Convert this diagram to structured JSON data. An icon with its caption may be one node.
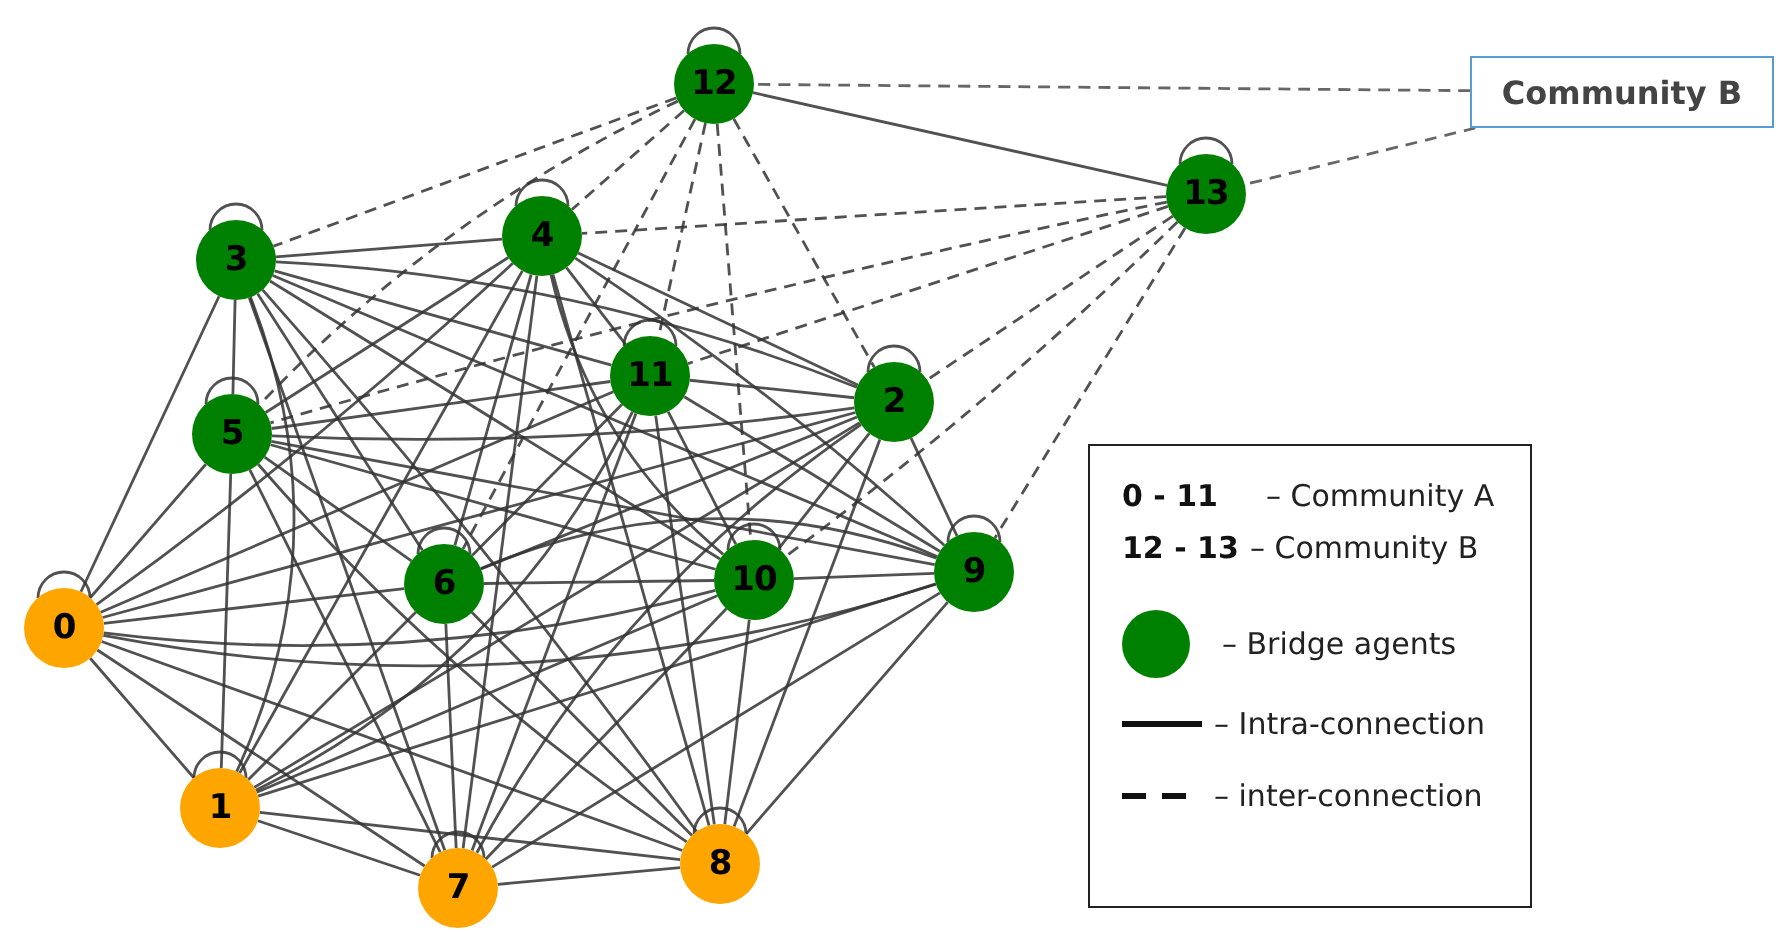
{
  "diagram": {
    "nodes": [
      {
        "text": [
          "0"
        ]
      },
      {
        "text": [
          "1"
        ]
      },
      {
        "text": [
          "2"
        ]
      },
      {
        "text": [
          "3"
        ]
      },
      {
        "text": [
          "4"
        ]
      },
      {
        "text": [
          "5"
        ]
      },
      {
        "text": [
          "6"
        ]
      },
      {
        "text": [
          "7"
        ]
      },
      {
        "text": [
          "8"
        ]
      },
      {
        "text": [
          "9"
        ]
      },
      {
        "text": [
          "10"
        ]
      },
      {
        "text": [
          "11"
        ]
      },
      {
        "text": [
          "12"
        ]
      },
      {
        "text": [
          "13"
        ]
      },
      {
        "text": [
          "Community B"
        ]
      }
    ],
    "edges": [
      {
        "from": 0,
        "to": 1,
        "arrow": "none"
      },
      {
        "from": 0,
        "to": 2,
        "arrow": "none"
      },
      {
        "from": 0,
        "to": 3,
        "arrow": "none"
      },
      {
        "from": 0,
        "to": 4,
        "arrow": "none"
      },
      {
        "from": 0,
        "to": 5,
        "arrow": "none"
      },
      {
        "from": 0,
        "to": 6,
        "arrow": "none"
      },
      {
        "from": 0,
        "to": 7,
        "arrow": "none"
      },
      {
        "from": 0,
        "to": 8,
        "arrow": "none"
      },
      {
        "from": 0,
        "to": 9,
        "arrow": "none"
      },
      {
        "from": 0,
        "to": 10,
        "arrow": "none"
      },
      {
        "from": 0,
        "to": 11,
        "arrow": "none"
      },
      {
        "from": 1,
        "to": 2,
        "arrow": "none"
      },
      {
        "from": 1,
        "to": 3,
        "arrow": "none"
      },
      {
        "from": 1,
        "to": 4,
        "arrow": "none"
      },
      {
        "from": 1,
        "to": 5,
        "arrow": "none"
      },
      {
        "from": 1,
        "to": 6,
        "arrow": "none"
      },
      {
        "from": 1,
        "to": 7,
        "arrow": "none"
      },
      {
        "from": 1,
        "to": 8,
        "arrow": "none"
      },
      {
        "from": 1,
        "to": 9,
        "arrow": "none"
      },
      {
        "from": 1,
        "to": 10,
        "arrow": "none"
      },
      {
        "from": 1,
        "to": 11,
        "arrow": "none"
      },
      {
        "from": 2,
        "to": 3,
        "arrow": "none"
      },
      {
        "from": 2,
        "to": 4,
        "arrow": "none"
      },
      {
        "from": 2,
        "to": 5,
        "arrow": "none"
      },
      {
        "from": 2,
        "to": 6,
        "arrow": "none"
      },
      {
        "from": 2,
        "to": 7,
        "arrow": "none"
      },
      {
        "from": 2,
        "to": 8,
        "arrow": "none"
      },
      {
        "from": 2,
        "to": 9,
        "arrow": "none"
      },
      {
        "from": 2,
        "to": 10,
        "arrow": "none"
      },
      {
        "from": 2,
        "to": 11,
        "arrow": "none"
      },
      {
        "from": 3,
        "to": 4,
        "arrow": "none"
      },
      {
        "from": 3,
        "to": 5,
        "arrow": "none"
      },
      {
        "from": 3,
        "to": 6,
        "arrow": "none"
      },
      {
        "from": 3,
        "to": 7,
        "arrow": "none"
      },
      {
        "from": 3,
        "to": 8,
        "arrow": "none"
      },
      {
        "from": 3,
        "to": 9,
        "arrow": "none"
      },
      {
        "from": 3,
        "to": 10,
        "arrow": "none"
      },
      {
        "from": 3,
        "to": 11,
        "arrow": "none"
      },
      {
        "from": 4,
        "to": 5,
        "arrow": "none"
      },
      {
        "from": 4,
        "to": 6,
        "arrow": "none"
      },
      {
        "from": 4,
        "to": 7,
        "arrow": "none"
      },
      {
        "from": 4,
        "to": 8,
        "arrow": "none"
      },
      {
        "from": 4,
        "to": 9,
        "arrow": "none"
      },
      {
        "from": 4,
        "to": 10,
        "arrow": "none"
      },
      {
        "from": 4,
        "to": 11,
        "arrow": "none"
      },
      {
        "from": 5,
        "to": 6,
        "arrow": "none"
      },
      {
        "from": 5,
        "to": 7,
        "arrow": "none"
      },
      {
        "from": 5,
        "to": 8,
        "arrow": "none"
      },
      {
        "from": 5,
        "to": 9,
        "arrow": "none"
      },
      {
        "from": 5,
        "to": 10,
        "arrow": "none"
      },
      {
        "from": 5,
        "to": 11,
        "arrow": "none"
      },
      {
        "from": 6,
        "to": 7,
        "arrow": "none"
      },
      {
        "from": 6,
        "to": 8,
        "arrow": "none"
      },
      {
        "from": 6,
        "to": 9,
        "arrow": "none"
      },
      {
        "from": 6,
        "to": 10,
        "arrow": "none"
      },
      {
        "from": 6,
        "to": 11,
        "arrow": "none"
      },
      {
        "from": 7,
        "to": 8,
        "arrow": "none"
      },
      {
        "from": 7,
        "to": 9,
        "arrow": "none"
      },
      {
        "from": 7,
        "to": 10,
        "arrow": "none"
      },
      {
        "from": 7,
        "to": 11,
        "arrow": "none"
      },
      {
        "from": 8,
        "to": 9,
        "arrow": "none"
      },
      {
        "from": 8,
        "to": 10,
        "arrow": "none"
      },
      {
        "from": 8,
        "to": 11,
        "arrow": "none"
      },
      {
        "from": 9,
        "to": 10,
        "arrow": "none"
      },
      {
        "from": 9,
        "to": 11,
        "arrow": "none"
      },
      {
        "from": 10,
        "to": 11,
        "arrow": "none"
      },
      {
        "from": 12,
        "to": 3,
        "arrow": "none",
        "style": "dashed"
      },
      {
        "from": 12,
        "to": 4,
        "arrow": "none",
        "style": "dashed"
      },
      {
        "from": 12,
        "to": 5,
        "arrow": "none",
        "style": "dashed"
      },
      {
        "from": 12,
        "to": 6,
        "arrow": "none",
        "style": "dashed"
      },
      {
        "from": 12,
        "to": 11,
        "arrow": "none",
        "style": "dashed"
      },
      {
        "from": 12,
        "to": 10,
        "arrow": "none",
        "style": "dashed"
      },
      {
        "from": 12,
        "to": 2,
        "arrow": "none",
        "style": "dashed"
      },
      {
        "from": 13,
        "to": 4,
        "arrow": "none",
        "style": "dashed"
      },
      {
        "from": 13,
        "to": 5,
        "arrow": "none",
        "style": "dashed"
      },
      {
        "from": 13,
        "to": 11,
        "arrow": "none",
        "style": "dashed"
      },
      {
        "from": 13,
        "to": 2,
        "arrow": "none",
        "style": "dashed"
      },
      {
        "from": 13,
        "to": 10,
        "arrow": "none",
        "style": "dashed"
      },
      {
        "from": 13,
        "to": 9,
        "arrow": "none",
        "style": "dashed"
      },
      {
        "from": 12,
        "to": 13,
        "arrow": "none"
      },
      {
        "from": 14,
        "to": 12,
        "arrow": "none",
        "style": "dashed",
        "color": "#666666"
      },
      {
        "from": 14,
        "to": 13,
        "arrow": "none",
        "style": "dashed",
        "color": "#666666"
      },
      {
        "from": 0,
        "to": 0,
        "arrow": "none"
      },
      {
        "from": 1,
        "to": 1,
        "arrow": "none"
      },
      {
        "from": 2,
        "to": 2,
        "arrow": "none"
      },
      {
        "from": 3,
        "to": 3,
        "arrow": "none"
      },
      {
        "from": 4,
        "to": 4,
        "arrow": "none"
      },
      {
        "from": 5,
        "to": 5,
        "arrow": "none"
      },
      {
        "from": 6,
        "to": 6,
        "arrow": "none"
      },
      {
        "from": 7,
        "to": 7,
        "arrow": "none"
      },
      {
        "from": 8,
        "to": 8,
        "arrow": "none"
      },
      {
        "from": 9,
        "to": 9,
        "arrow": "none"
      },
      {
        "from": 10,
        "to": 10,
        "arrow": "none"
      },
      {
        "from": 11,
        "to": 11,
        "arrow": "none"
      },
      {
        "from": 12,
        "to": 12,
        "arrow": "none"
      },
      {
        "from": 13,
        "to": 13,
        "arrow": "none"
      }
    ],
    "labels": [
      "0 - 11",
      "– Community A",
      "12 - 13",
      "– Community B"
    ],
    "legend": [
      {
        "text": "– Bridge agents",
        "color": "#008000"
      },
      {
        "text": "– Intra-connection"
      },
      {
        "text": "– inter-connection"
      }
    ]
  }
}
